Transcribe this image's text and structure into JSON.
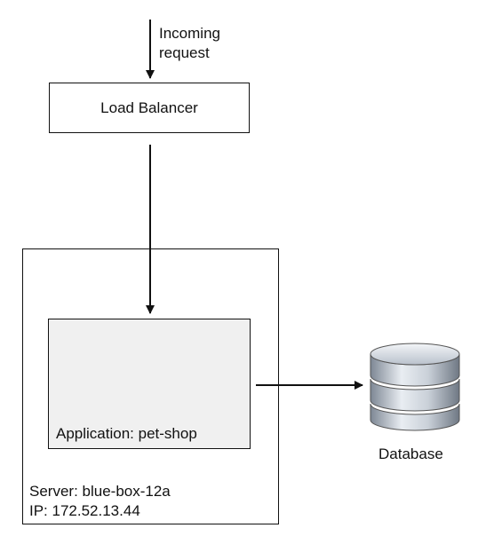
{
  "incoming": {
    "line1": "Incoming",
    "line2": "request"
  },
  "load_balancer": {
    "label": "Load Balancer"
  },
  "server": {
    "name": "Server: blue-box-12a",
    "ip": "IP: 172.52.13.44"
  },
  "application": {
    "label": "Application: pet-shop"
  },
  "database": {
    "label": "Database",
    "icon": "database-icon",
    "colors": {
      "light": "#e9edf2",
      "mid": "#b9c1cc",
      "dark": "#7d8794"
    }
  }
}
